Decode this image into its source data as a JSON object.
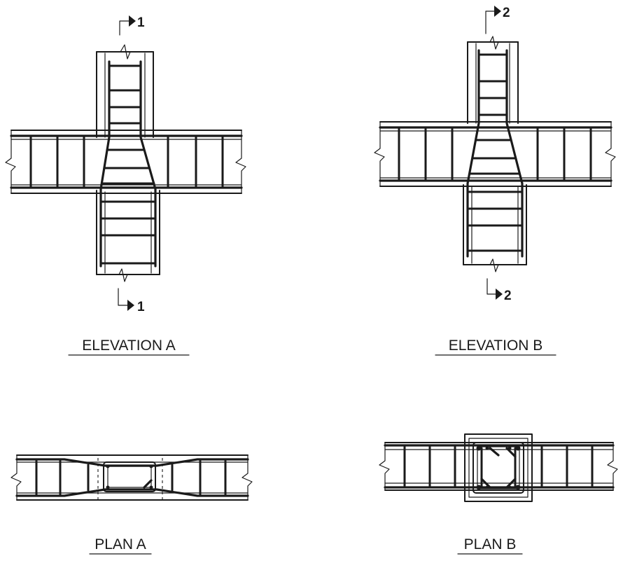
{
  "captions": {
    "elevation_a": "ELEVATION A",
    "elevation_b": "ELEVATION B",
    "plan_a": "PLAN A",
    "plan_b": "PLAN B"
  },
  "section_marks": {
    "a_top": "1",
    "a_bottom": "1",
    "b_top": "2",
    "b_bottom": "2"
  }
}
